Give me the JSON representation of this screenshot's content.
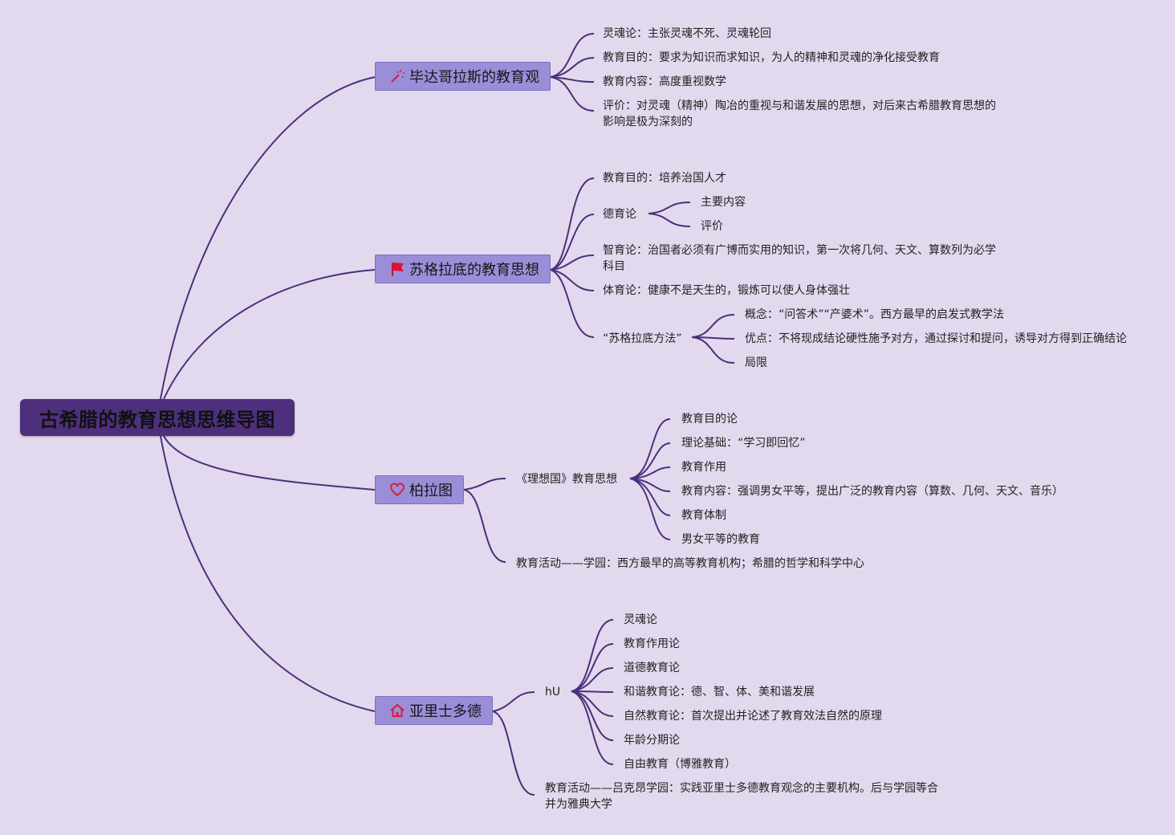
{
  "root": {
    "title": "古希腊的教育思想思维导图"
  },
  "branches": {
    "pythagoras": {
      "label": "毕达哥拉斯的教育观",
      "icon": "magic-wand-icon",
      "items": [
        "灵魂论：主张灵魂不死、灵魂轮回",
        "教育目的：要求为知识而求知识，为人的精神和灵魂的净化接受教育",
        "教育内容：高度重视数学",
        "评价：对灵魂（精神）陶冶的重视与和谐发展的思想，对后来古希腊教育思想的影响是极为深刻的"
      ]
    },
    "socrates": {
      "label": "苏格拉底的教育思想",
      "icon": "red-flag-icon",
      "items": [
        "教育目的：培养治国人才",
        "德育论",
        "智育论：治国者必须有广博而实用的知识，第一次将几何、天文、算数列为必学科目",
        "体育论：健康不是天生的，锻炼可以使人身体强壮",
        "“苏格拉底方法”"
      ],
      "moral_items": [
        "主要内容",
        "评价"
      ],
      "method_items": [
        "概念：“问答术”“产婆术”。西方最早的启发式教学法",
        "优点：不将现成结论硬性施予对方，通过探讨和提问，诱导对方得到正确结论",
        "局限"
      ]
    },
    "plato": {
      "label": "柏拉图",
      "icon": "heart-icon",
      "republic": "《理想国》教育思想",
      "republic_items": [
        "教育目的论",
        "理论基础：“学习即回忆”",
        "教育作用",
        "教育内容：强调男女平等，提出广泛的教育内容（算数、几何、天文、音乐）",
        "教育体制",
        "男女平等的教育"
      ],
      "activity": "教育活动——学园：西方最早的高等教育机构；希腊的哲学和科学中心"
    },
    "aristotle": {
      "label": "亚里士多德",
      "icon": "home-icon",
      "hu": "hU",
      "hu_items": [
        "灵魂论",
        "教育作用论",
        "道德教育论",
        "和谐教育论：德、智、体、美和谐发展",
        "自然教育论：首次提出并论述了教育效法自然的原理",
        "年龄分期论",
        "自由教育（博雅教育）"
      ],
      "activity": "教育活动——吕克昂学园：实践亚里士多德教育观念的主要机构。后与学园等合并为雅典大学"
    }
  },
  "colors": {
    "background": "#e3d9ee",
    "root": "#4e2f7d",
    "branch": "#9b8ed9",
    "line": "#4b2f7a"
  }
}
